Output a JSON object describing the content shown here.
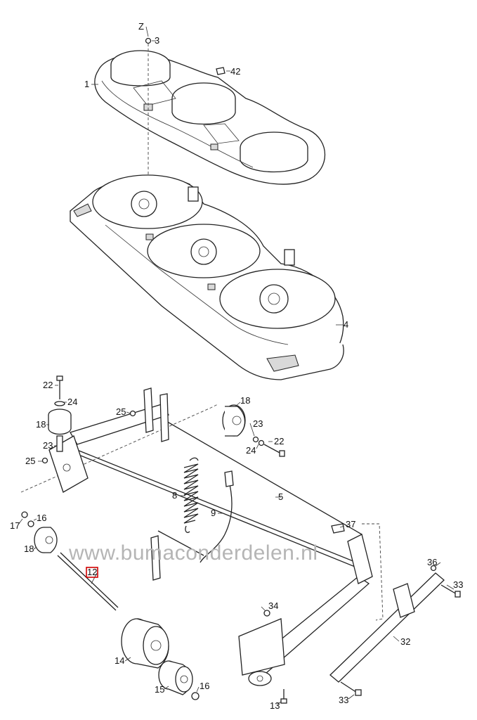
{
  "watermark": "www.bumaconderdelen.nl",
  "highlight_color": "#d10000",
  "labels": {
    "z": "Z",
    "p1": "1",
    "p3": "3",
    "p42": "42",
    "p4": "4",
    "p22a": "22",
    "p24a": "24",
    "p18a": "18",
    "p23a": "23",
    "p25a": "25",
    "p25b": "25",
    "p18b": "18",
    "p23b": "23",
    "p22b": "22",
    "p24b": "24",
    "p8": "8",
    "p5": "5",
    "p9": "9",
    "p17": "17",
    "p16a": "16",
    "p18c": "18",
    "p12": "12",
    "p37": "37",
    "p36": "36",
    "p33a": "33",
    "p34": "34",
    "p32": "32",
    "p14": "14",
    "p15": "15",
    "p16b": "16",
    "p13": "13",
    "p33b": "33"
  }
}
